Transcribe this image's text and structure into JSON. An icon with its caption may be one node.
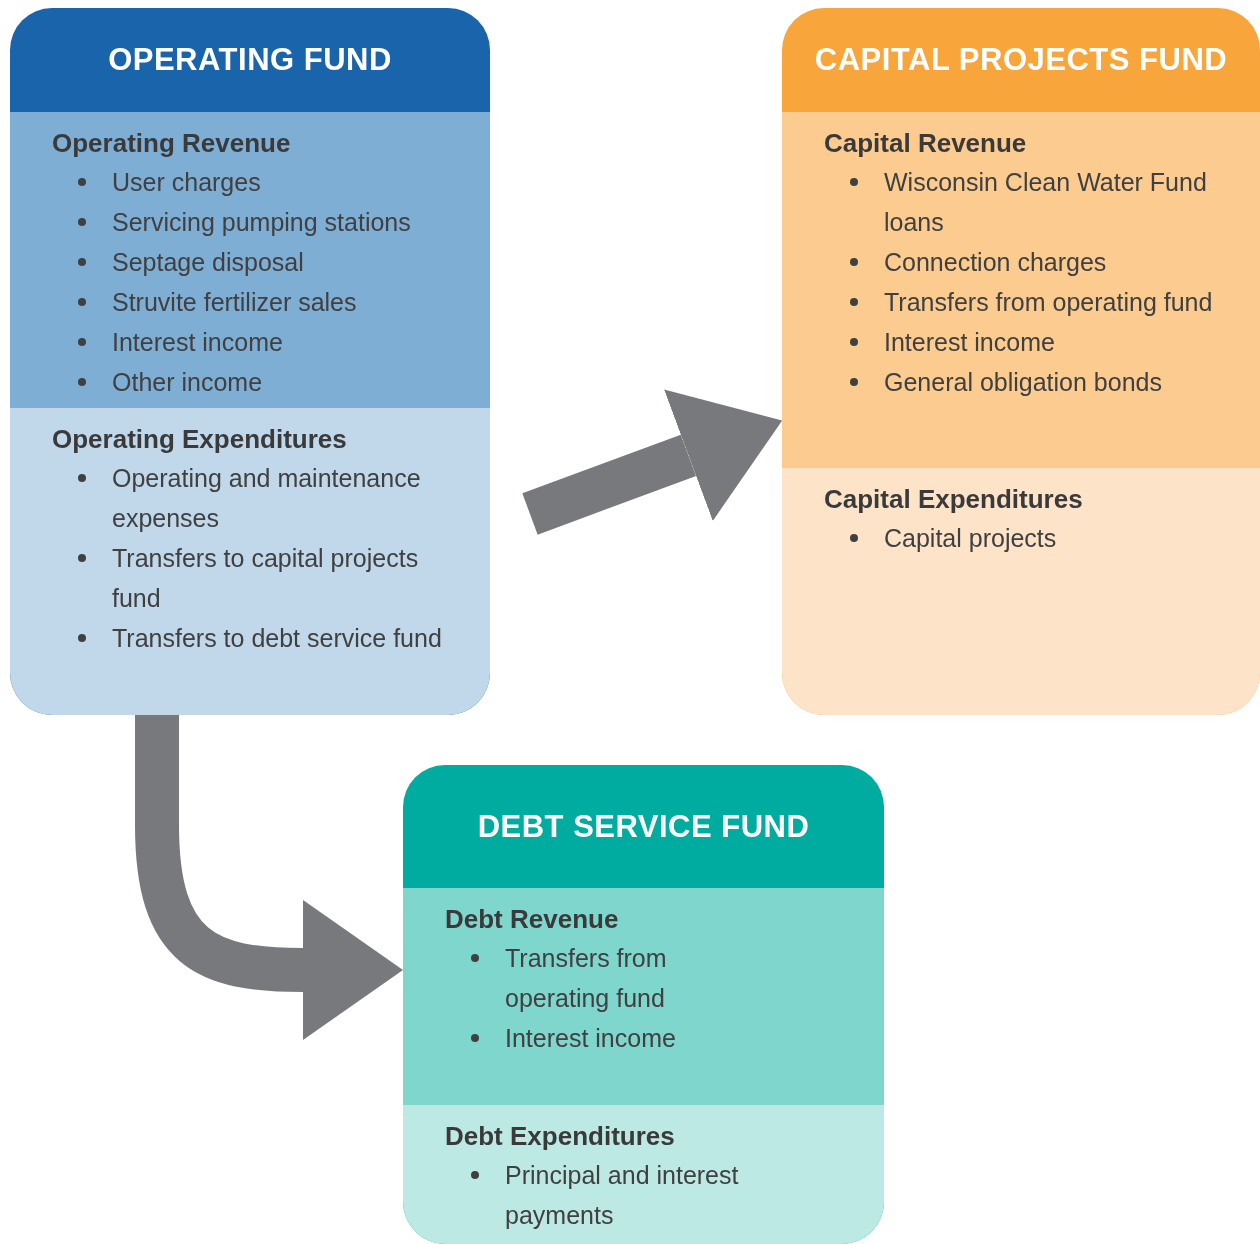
{
  "diagram": {
    "nodes": [
      {
        "text": [
          "OPERATING FUND"
        ]
      },
      {
        "text": [
          "Operating Revenue",
          "User charges",
          "Servicing pumping stations",
          "Septage disposal",
          "Struvite fertilizer sales",
          "Interest income",
          "Other income"
        ],
        "in": 0
      },
      {
        "text": [
          "Operating Expenditures",
          "Operating and maintenance expenses",
          "Transfers to capital projects fund",
          "Transfers to debt service fund"
        ],
        "in": 0
      },
      {
        "text": [
          "CAPITAL PROJECTS FUND"
        ]
      },
      {
        "text": [
          "Capital Revenue",
          "Wisconsin Clean Water Fund loans",
          "Connection charges",
          "Transfers from operating fund",
          "Interest income",
          "General obligation bonds"
        ],
        "in": 3
      },
      {
        "text": [
          "Capital Expenditures",
          "Capital projects"
        ],
        "in": 3
      },
      {
        "text": [
          "DEBT SERVICE FUND"
        ]
      },
      {
        "text": [
          "Debt Revenue",
          "Transfers from operating fund",
          "Interest income"
        ],
        "in": 6
      },
      {
        "text": [
          "Debt Expenditures",
          "Principal and interest payments"
        ],
        "in": 6
      }
    ],
    "edges": [
      {
        "from": 0,
        "to": 3,
        "arrow": "to"
      },
      {
        "from": 0,
        "to": 6,
        "arrow": "to"
      }
    ]
  }
}
